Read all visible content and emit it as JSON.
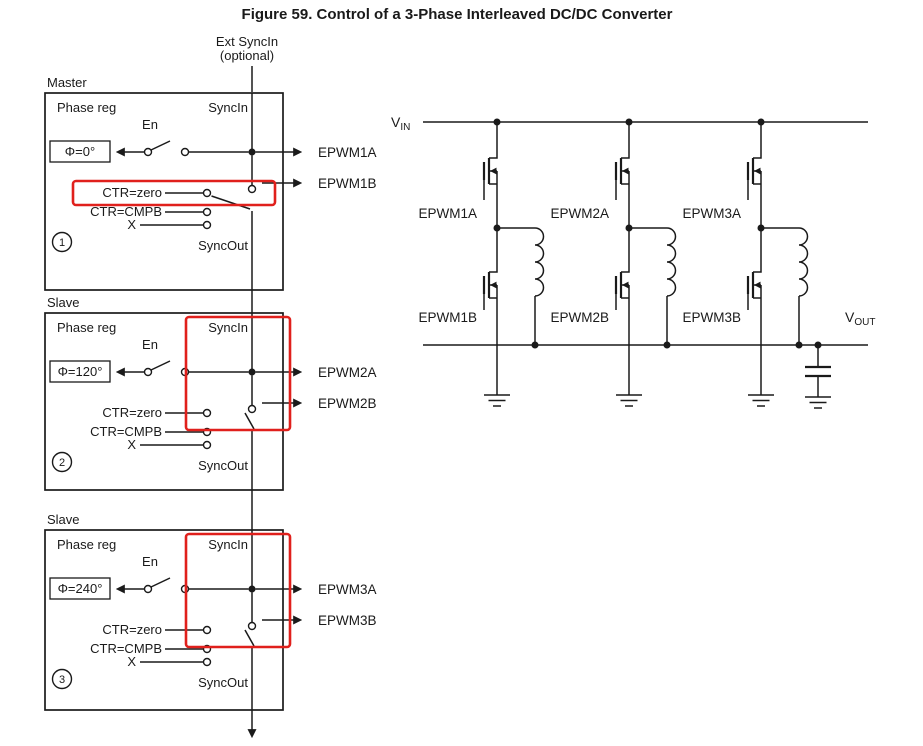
{
  "title": "Figure 59. Control of a 3-Phase Interleaved DC/DC Converter",
  "ext_sync": {
    "line1": "Ext SyncIn",
    "line2": "(optional)"
  },
  "blocks": [
    {
      "role": "Master",
      "phase_reg_label": "Phase reg",
      "sync_in_label": "SyncIn",
      "en_label": "En",
      "phase_value": "Φ=0°",
      "ctr_zero_label": "CTR=zero",
      "ctr_cmpb_label": "CTR=CMPB",
      "x_label": "X",
      "sync_out_label": "SyncOut",
      "number": "1",
      "epwm_a": "EPWM1A",
      "epwm_b": "EPWM1B"
    },
    {
      "role": "Slave",
      "phase_reg_label": "Phase reg",
      "sync_in_label": "SyncIn",
      "en_label": "En",
      "phase_value": "Φ=120°",
      "ctr_zero_label": "CTR=zero",
      "ctr_cmpb_label": "CTR=CMPB",
      "x_label": "X",
      "sync_out_label": "SyncOut",
      "number": "2",
      "epwm_a": "EPWM2A",
      "epwm_b": "EPWM2B"
    },
    {
      "role": "Slave",
      "phase_reg_label": "Phase reg",
      "sync_in_label": "SyncIn",
      "en_label": "En",
      "phase_value": "Φ=240°",
      "ctr_zero_label": "CTR=zero",
      "ctr_cmpb_label": "CTR=CMPB",
      "x_label": "X",
      "sync_out_label": "SyncOut",
      "number": "3",
      "epwm_a": "EPWM3A",
      "epwm_b": "EPWM3B"
    }
  ],
  "power_stage": {
    "vin_base": "V",
    "vin_sub": "IN",
    "vout_base": "V",
    "vout_sub": "OUT",
    "legs": [
      {
        "high_gate": "EPWM1A",
        "low_gate": "EPWM1B"
      },
      {
        "high_gate": "EPWM2A",
        "low_gate": "EPWM2B"
      },
      {
        "high_gate": "EPWM3A",
        "low_gate": "EPWM3B"
      }
    ]
  },
  "colors": {
    "highlight": "#e0201c",
    "wire": "#1a1a1a"
  }
}
